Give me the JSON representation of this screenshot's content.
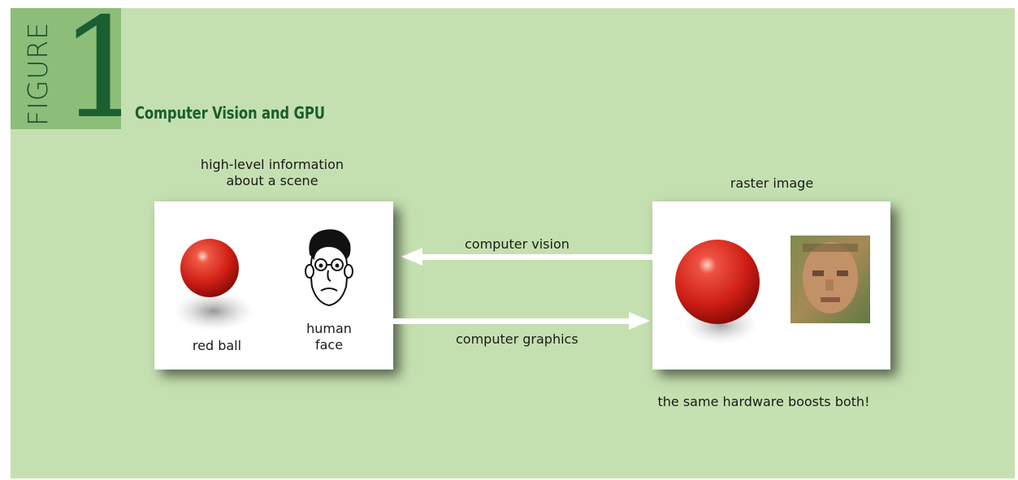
{
  "figure": {
    "word": "FIGURE",
    "number": "1",
    "title": "Computer Vision and GPU"
  },
  "left": {
    "caption_line1": "high-level information",
    "caption_line2": "about a scene",
    "ball_label": "red ball",
    "face_label_line1": "human",
    "face_label_line2": "face"
  },
  "right": {
    "caption": "raster image",
    "footer": "the same hardware boosts both!"
  },
  "arrows": {
    "top_label": "computer vision",
    "bottom_label": "computer graphics"
  },
  "colors": {
    "panel": "#c5e0b0",
    "badge": "#8cbd79",
    "title": "#1b5e2e",
    "ball": "#d42a1e"
  }
}
